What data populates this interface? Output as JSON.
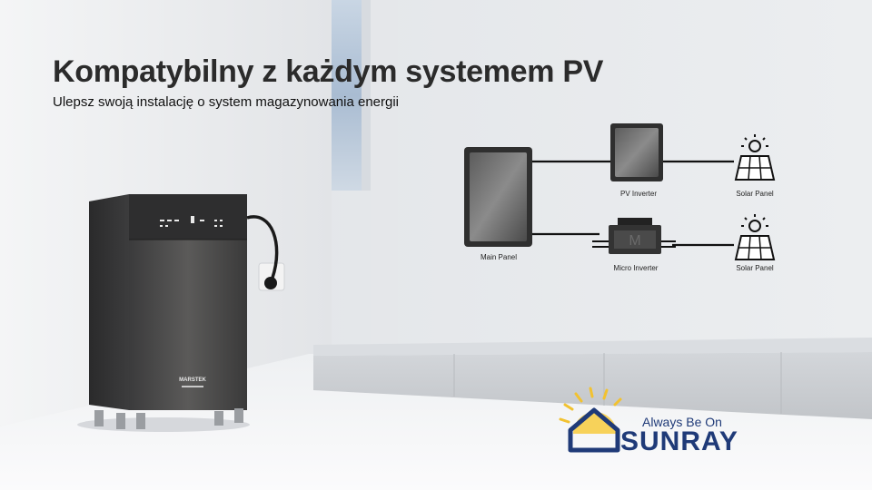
{
  "header": {
    "title": "Kompatybilny z każdym systemem PV",
    "subtitle": "Ulepsz swoją instalację o system magazynowania energii"
  },
  "diagram": {
    "main_panel": "Main Panel",
    "pv_inverter": "PV Inverter",
    "micro_inverter": "Micro Inverter",
    "solar_panel_top": "Solar Panel",
    "solar_panel_bottom": "Solar Panel"
  },
  "battery": {
    "brand": "MARSTEK"
  },
  "logo": {
    "tagline": "Always Be On",
    "wordmark": "SUNRAY"
  },
  "colors": {
    "logo_blue": "#1f3a78",
    "logo_sun": "#f2c230"
  }
}
